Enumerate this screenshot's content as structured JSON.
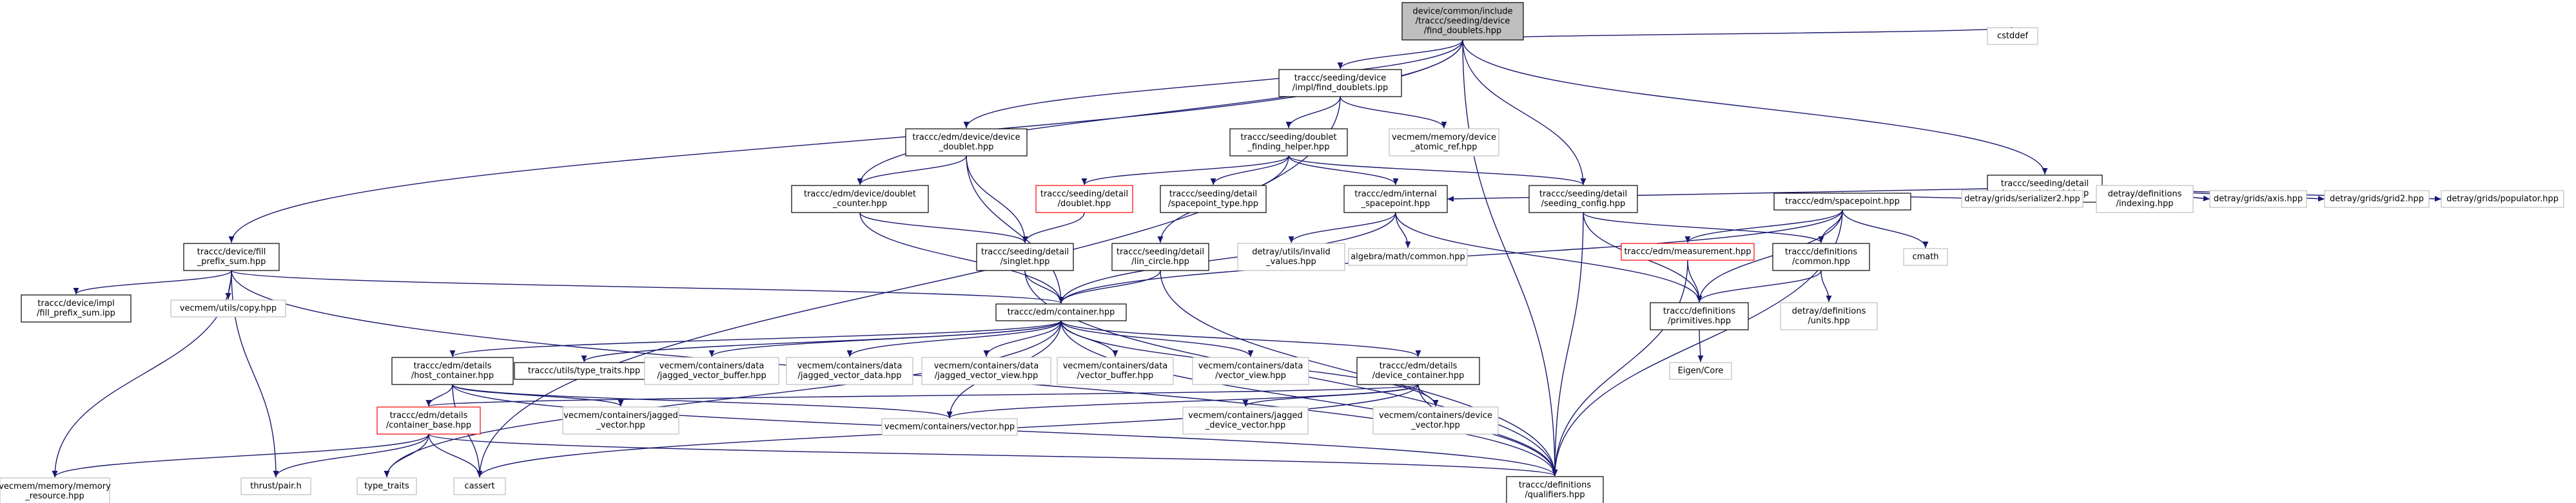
{
  "nodes": [
    {
      "id": "root",
      "lines": [
        "device/common/include",
        "/traccc/seeding/device",
        "/find_doublets.hpp"
      ],
      "style": "root"
    },
    {
      "id": "cstddef",
      "lines": [
        "cstddef"
      ],
      "style": "gray"
    },
    {
      "id": "impl",
      "lines": [
        "traccc/seeding/device",
        "/impl/find_doublets.ipp"
      ],
      "style": "black"
    },
    {
      "id": "atomic",
      "lines": [
        "vecmem/memory/device",
        "_atomic_ref.hpp"
      ],
      "style": "gray"
    },
    {
      "id": "edm_dev_doublet",
      "lines": [
        "traccc/edm/device/device",
        "_doublet.hpp"
      ],
      "style": "black"
    },
    {
      "id": "helper",
      "lines": [
        "traccc/seeding/doublet",
        "_finding_helper.hpp"
      ],
      "style": "black"
    },
    {
      "id": "sp_grid",
      "lines": [
        "traccc/seeding/detail",
        "/spacepoint_grid.hpp"
      ],
      "style": "black"
    },
    {
      "id": "dbl",
      "lines": [
        "traccc/seeding/detail",
        "/doublet.hpp"
      ],
      "style": "red"
    },
    {
      "id": "sp_type",
      "lines": [
        "traccc/seeding/detail",
        "/spacepoint_type.hpp"
      ],
      "style": "black"
    },
    {
      "id": "internal_sp",
      "lines": [
        "traccc/edm/internal",
        "_spacepoint.hpp"
      ],
      "style": "black"
    },
    {
      "id": "seed_cfg",
      "lines": [
        "traccc/seeding/detail",
        "/seeding_config.hpp"
      ],
      "style": "black"
    },
    {
      "id": "dbl_counter",
      "lines": [
        "traccc/edm/device/doublet",
        "_counter.hpp"
      ],
      "style": "black"
    },
    {
      "id": "edm_sp",
      "lines": [
        "traccc/edm/spacepoint.hpp"
      ],
      "style": "black"
    },
    {
      "id": "ser2",
      "lines": [
        "detray/grids/serializer2.hpp"
      ],
      "style": "gray"
    },
    {
      "id": "indexing",
      "lines": [
        "detray/definitions",
        "/indexing.hpp"
      ],
      "style": "gray"
    },
    {
      "id": "axis",
      "lines": [
        "detray/grids/axis.hpp"
      ],
      "style": "gray"
    },
    {
      "id": "grid2",
      "lines": [
        "detray/grids/grid2.hpp"
      ],
      "style": "gray"
    },
    {
      "id": "populator",
      "lines": [
        "detray/grids/populator.hpp"
      ],
      "style": "gray"
    },
    {
      "id": "fill_prefix",
      "lines": [
        "traccc/device/fill",
        "_prefix_sum.hpp"
      ],
      "style": "black"
    },
    {
      "id": "singlet",
      "lines": [
        "traccc/seeding/detail",
        "/singlet.hpp"
      ],
      "style": "black"
    },
    {
      "id": "lin_circle",
      "lines": [
        "traccc/seeding/detail",
        "/lin_circle.hpp"
      ],
      "style": "black"
    },
    {
      "id": "invalid",
      "lines": [
        "detray/utils/invalid",
        "_values.hpp"
      ],
      "style": "gray"
    },
    {
      "id": "algebra",
      "lines": [
        "algebra/math/common.hpp"
      ],
      "style": "gray"
    },
    {
      "id": "measurement",
      "lines": [
        "traccc/edm/measurement.hpp"
      ],
      "style": "red"
    },
    {
      "id": "defs_common",
      "lines": [
        "traccc/definitions",
        "/common.hpp"
      ],
      "style": "black"
    },
    {
      "id": "cmath",
      "lines": [
        "cmath"
      ],
      "style": "gray"
    },
    {
      "id": "fill_impl",
      "lines": [
        "traccc/device/impl",
        "/fill_prefix_sum.ipp"
      ],
      "style": "black"
    },
    {
      "id": "copy",
      "lines": [
        "vecmem/utils/copy.hpp"
      ],
      "style": "gray"
    },
    {
      "id": "container",
      "lines": [
        "traccc/edm/container.hpp"
      ],
      "style": "black"
    },
    {
      "id": "primitives",
      "lines": [
        "traccc/definitions",
        "/primitives.hpp"
      ],
      "style": "black"
    },
    {
      "id": "units",
      "lines": [
        "detray/definitions",
        "/units.hpp"
      ],
      "style": "gray"
    },
    {
      "id": "host_cont",
      "lines": [
        "traccc/edm/details",
        "/host_container.hpp"
      ],
      "style": "black"
    },
    {
      "id": "type_traits_t",
      "lines": [
        "traccc/utils/type_traits.hpp"
      ],
      "style": "black"
    },
    {
      "id": "jvb",
      "lines": [
        "vecmem/containers/data",
        "/jagged_vector_buffer.hpp"
      ],
      "style": "gray"
    },
    {
      "id": "jvd",
      "lines": [
        "vecmem/containers/data",
        "/jagged_vector_data.hpp"
      ],
      "style": "gray"
    },
    {
      "id": "jvv",
      "lines": [
        "vecmem/containers/data",
        "/jagged_vector_view.hpp"
      ],
      "style": "gray"
    },
    {
      "id": "vb",
      "lines": [
        "vecmem/containers/data",
        "/vector_buffer.hpp"
      ],
      "style": "gray"
    },
    {
      "id": "vv",
      "lines": [
        "vecmem/containers/data",
        "/vector_view.hpp"
      ],
      "style": "gray"
    },
    {
      "id": "dev_cont",
      "lines": [
        "traccc/edm/details",
        "/device_container.hpp"
      ],
      "style": "black"
    },
    {
      "id": "eigen",
      "lines": [
        "Eigen/Core"
      ],
      "style": "gray"
    },
    {
      "id": "cont_base",
      "lines": [
        "traccc/edm/details",
        "/container_base.hpp"
      ],
      "style": "red"
    },
    {
      "id": "jagged_vec",
      "lines": [
        "vecmem/containers/jagged",
        "_vector.hpp"
      ],
      "style": "gray"
    },
    {
      "id": "vec",
      "lines": [
        "vecmem/containers/vector.hpp"
      ],
      "style": "gray"
    },
    {
      "id": "jdv",
      "lines": [
        "vecmem/containers/jagged",
        "_device_vector.hpp"
      ],
      "style": "gray"
    },
    {
      "id": "dev_vec",
      "lines": [
        "vecmem/containers/device",
        "_vector.hpp"
      ],
      "style": "gray"
    },
    {
      "id": "mem_res",
      "lines": [
        "vecmem/memory/memory",
        "_resource.hpp"
      ],
      "style": "gray"
    },
    {
      "id": "thrust",
      "lines": [
        "thrust/pair.h"
      ],
      "style": "gray"
    },
    {
      "id": "type_traits",
      "lines": [
        "type_traits"
      ],
      "style": "gray"
    },
    {
      "id": "cassert",
      "lines": [
        "cassert"
      ],
      "style": "gray"
    },
    {
      "id": "qualifiers",
      "lines": [
        "traccc/definitions",
        "/qualifiers.hpp"
      ],
      "style": "black"
    }
  ],
  "edges": [
    [
      "root",
      "cstddef"
    ],
    [
      "root",
      "impl"
    ],
    [
      "root",
      "edm_dev_doublet"
    ],
    [
      "root",
      "sp_grid"
    ],
    [
      "root",
      "seed_cfg"
    ],
    [
      "root",
      "dbl_counter"
    ],
    [
      "root",
      "fill_prefix"
    ],
    [
      "root",
      "qualifiers"
    ],
    [
      "impl",
      "atomic"
    ],
    [
      "impl",
      "helper"
    ],
    [
      "impl",
      "cassert"
    ],
    [
      "edm_dev_doublet",
      "dbl_counter"
    ],
    [
      "edm_dev_doublet",
      "singlet"
    ],
    [
      "edm_dev_doublet",
      "container"
    ],
    [
      "helper",
      "dbl"
    ],
    [
      "helper",
      "sp_type"
    ],
    [
      "helper",
      "internal_sp"
    ],
    [
      "helper",
      "seed_cfg"
    ],
    [
      "helper",
      "lin_circle"
    ],
    [
      "sp_grid",
      "internal_sp"
    ],
    [
      "sp_grid",
      "edm_sp"
    ],
    [
      "sp_grid",
      "ser2"
    ],
    [
      "sp_grid",
      "indexing"
    ],
    [
      "sp_grid",
      "axis"
    ],
    [
      "sp_grid",
      "grid2"
    ],
    [
      "sp_grid",
      "populator"
    ],
    [
      "dbl",
      "singlet"
    ],
    [
      "internal_sp",
      "container"
    ],
    [
      "internal_sp",
      "invalid"
    ],
    [
      "internal_sp",
      "algebra"
    ],
    [
      "internal_sp",
      "primitives"
    ],
    [
      "seed_cfg",
      "defs_common"
    ],
    [
      "seed_cfg",
      "primitives"
    ],
    [
      "seed_cfg",
      "qualifiers"
    ],
    [
      "dbl_counter",
      "singlet"
    ],
    [
      "dbl_counter",
      "container"
    ],
    [
      "edm_sp",
      "container"
    ],
    [
      "edm_sp",
      "measurement"
    ],
    [
      "edm_sp",
      "defs_common"
    ],
    [
      "edm_sp",
      "cmath"
    ],
    [
      "edm_sp",
      "primitives"
    ],
    [
      "edm_sp",
      "qualifiers"
    ],
    [
      "fill_prefix",
      "fill_impl"
    ],
    [
      "fill_prefix",
      "copy"
    ],
    [
      "fill_prefix",
      "container"
    ],
    [
      "fill_prefix",
      "mem_res"
    ],
    [
      "fill_prefix",
      "thrust"
    ],
    [
      "fill_prefix",
      "qualifiers"
    ],
    [
      "singlet",
      "container"
    ],
    [
      "singlet",
      "qualifiers"
    ],
    [
      "lin_circle",
      "container"
    ],
    [
      "lin_circle",
      "qualifiers"
    ],
    [
      "measurement",
      "primitives"
    ],
    [
      "measurement",
      "qualifiers"
    ],
    [
      "defs_common",
      "primitives"
    ],
    [
      "defs_common",
      "units"
    ],
    [
      "primitives",
      "eigen"
    ],
    [
      "container",
      "host_cont"
    ],
    [
      "container",
      "type_traits_t"
    ],
    [
      "container",
      "jvb"
    ],
    [
      "container",
      "jvd"
    ],
    [
      "container",
      "jvv"
    ],
    [
      "container",
      "vb"
    ],
    [
      "container",
      "vv"
    ],
    [
      "container",
      "dev_cont"
    ],
    [
      "container",
      "type_traits"
    ],
    [
      "container",
      "qualifiers"
    ],
    [
      "container",
      "vec"
    ],
    [
      "container",
      "dev_vec"
    ],
    [
      "host_cont",
      "cont_base"
    ],
    [
      "host_cont",
      "jagged_vec"
    ],
    [
      "host_cont",
      "vec"
    ],
    [
      "host_cont",
      "cassert"
    ],
    [
      "host_cont",
      "qualifiers"
    ],
    [
      "dev_cont",
      "cont_base"
    ],
    [
      "dev_cont",
      "jdv"
    ],
    [
      "dev_cont",
      "dev_vec"
    ],
    [
      "dev_cont",
      "vec"
    ],
    [
      "dev_cont",
      "cassert"
    ],
    [
      "dev_cont",
      "qualifiers"
    ],
    [
      "cont_base",
      "mem_res"
    ],
    [
      "cont_base",
      "thrust"
    ],
    [
      "cont_base",
      "type_traits"
    ],
    [
      "cont_base",
      "cassert"
    ],
    [
      "cont_base",
      "qualifiers"
    ]
  ]
}
